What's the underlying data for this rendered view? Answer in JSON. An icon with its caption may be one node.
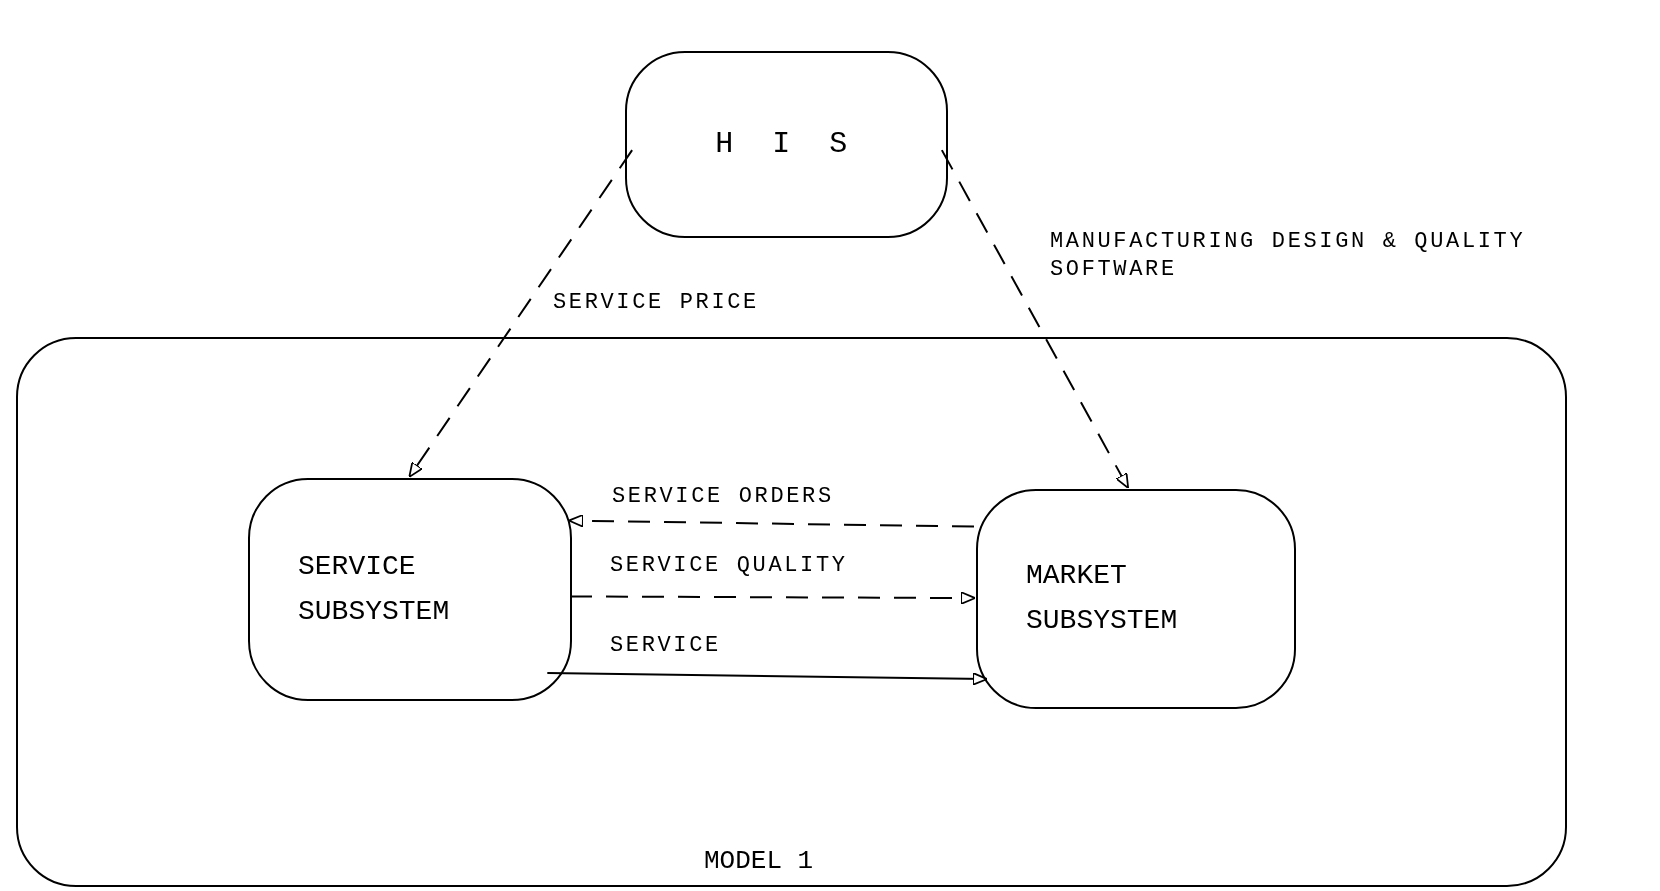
{
  "diagram": {
    "nodes": [
      {
        "text": [
          "H I S"
        ]
      },
      {
        "text": [
          "MODEL 1"
        ]
      },
      {
        "text": [
          "SERVICE SUBSYSTEM"
        ],
        "in": 1
      },
      {
        "text": [
          "MARKET SUBSYSTEM"
        ],
        "in": 1
      }
    ],
    "edges": [
      {
        "from": 0,
        "to": 2,
        "arrow": "to",
        "label": "SERVICE PRICE",
        "style": "dashed"
      },
      {
        "from": 0,
        "to": 3,
        "arrow": "to",
        "label": "MANUFACTURING DESIGN & QUALITY SOFTWARE",
        "style": "dashed"
      },
      {
        "from": 3,
        "to": 2,
        "arrow": "to",
        "label": "SERVICE ORDERS",
        "style": "dashed"
      },
      {
        "from": 2,
        "to": 3,
        "arrow": "to",
        "label": "SERVICE QUALITY",
        "style": "dashed"
      },
      {
        "from": 2,
        "to": 3,
        "arrow": "to",
        "label": "SERVICE"
      }
    ]
  }
}
